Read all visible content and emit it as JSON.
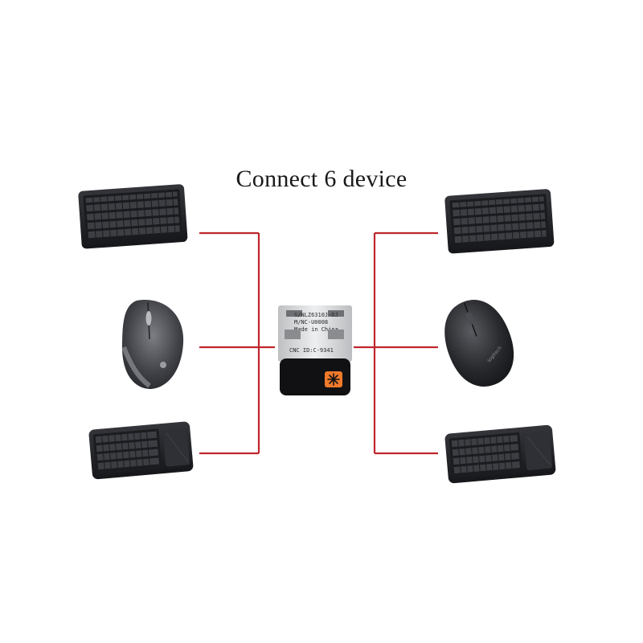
{
  "title": "Connect 6 device",
  "colors": {
    "line": "#c0262c",
    "device_dark": "#1e1f22",
    "device_mid": "#3a3b3f",
    "key": "#2b2c30",
    "dongle_silver": "#d9dadc",
    "dongle_black": "#111113",
    "logo_orange": "#f07a2a"
  },
  "dongle": {
    "line1": "S/NLZ6310J-DJ",
    "line2": "M/NC-U0008",
    "line3": "Made in China",
    "line4": "CNC ID:C-9341"
  },
  "devices": {
    "left": [
      "keyboard-icon",
      "performance-mouse-icon",
      "touchpad-keyboard-icon"
    ],
    "right": [
      "keyboard-icon",
      "wireless-mouse-icon",
      "touchpad-keyboard-icon"
    ]
  }
}
